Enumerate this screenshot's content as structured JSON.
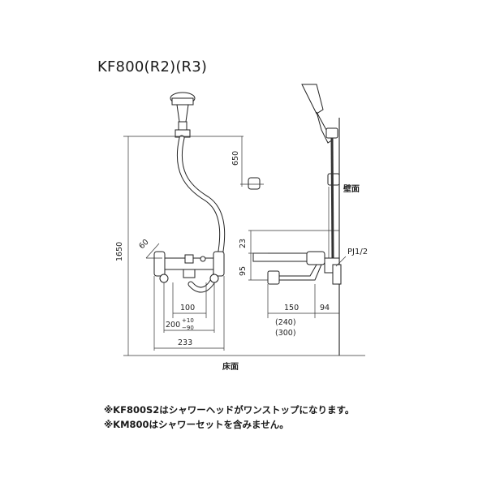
{
  "title": "KF800(R2)(R3)",
  "labels": {
    "wall": "壁面",
    "floor": "床面",
    "pipe": "PJ1/2"
  },
  "dimensions": {
    "total_height": "1650",
    "shower_hook": "650",
    "angle": "60",
    "center_100": "100",
    "center_200": "200",
    "tol_plus": "+10",
    "tol_minus": "−90",
    "width_233": "233",
    "h_23": "23",
    "h_95": "95",
    "spout_150": "150",
    "depth_94": "94",
    "opt_240": "(240)",
    "opt_300": "(300)"
  },
  "notes": [
    "※KF800S2はシャワーヘッドがワンストップになります。",
    "※KM800はシャワーセットを含みません。"
  ]
}
